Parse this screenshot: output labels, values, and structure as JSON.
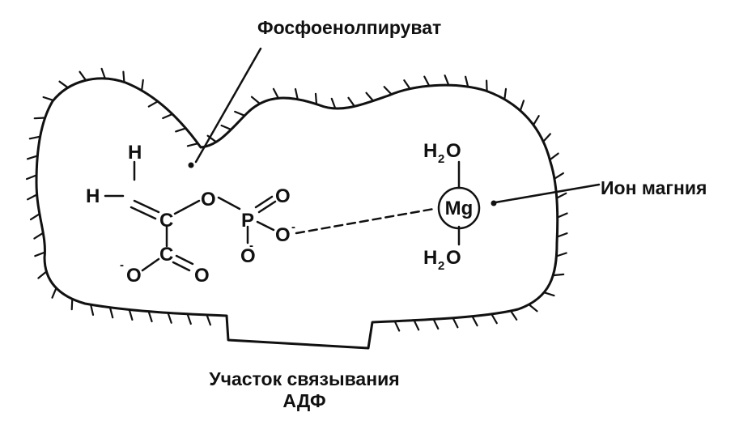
{
  "labels": {
    "pep": "Фосфоенолпируват",
    "mg_ion": "Ион магния",
    "adp_site_line1": "Участок связывания",
    "adp_site_line2": "АДФ"
  },
  "atoms": {
    "h_top": "H",
    "h_left": "H",
    "c_enol": "C",
    "o_bridge": "O",
    "p": "P",
    "o_p_top": "O",
    "o_p_right": "O",
    "o_p_bottom": "O",
    "c_carboxyl": "C",
    "o_carboxyl_left": "O",
    "o_carboxyl_right": "O",
    "mg": "Mg",
    "water_top_h": "H",
    "water_top_sub": "2",
    "water_top_o": "O",
    "water_bottom_h": "H",
    "water_bottom_sub": "2",
    "water_bottom_o": "O",
    "minus": "-"
  },
  "colors": {
    "ink": "#111111",
    "background": "#ffffff"
  }
}
